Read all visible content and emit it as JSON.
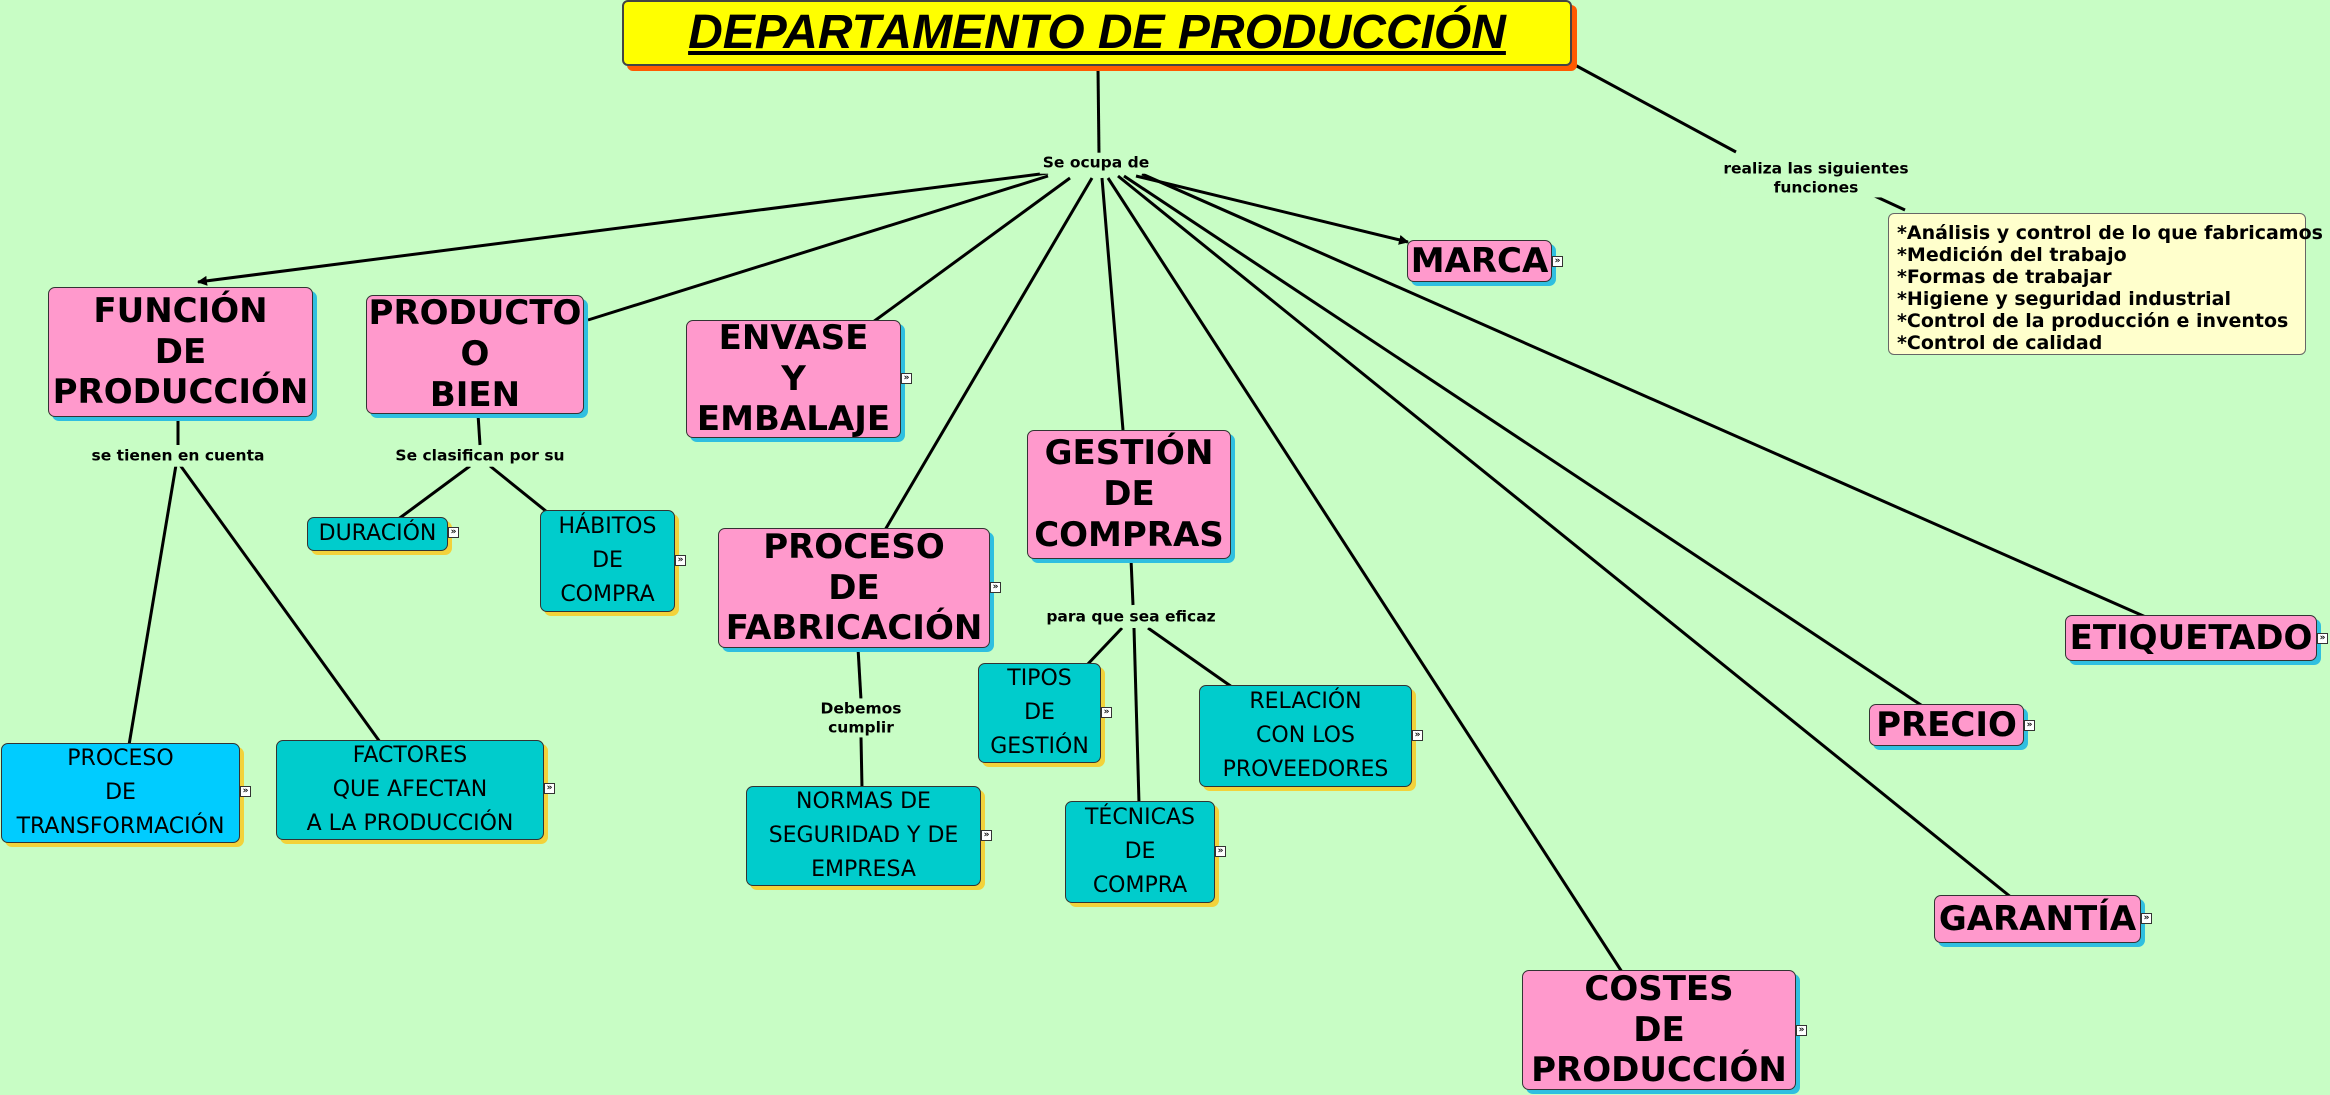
{
  "title": "DEPARTAMENTO DE PRODUCCIÓN",
  "expand_icon": "double-chevron-right",
  "colors": {
    "background": "#c8fdc5",
    "main_node": "#ff99cc",
    "sub_node": "#00cccc",
    "highlight_node": "#00ccff",
    "title": "#ffff00",
    "notes": "#ffffcc"
  },
  "links": {
    "se_ocupa_de": "Se ocupa de",
    "realiza": "realiza las siguientes\nfunciones",
    "se_tienen": "se tienen en cuenta",
    "se_clasifican": "Se clasifican por su",
    "debemos_cumplir": "Debemos\ncumplir",
    "para_que": "para que sea eficaz"
  },
  "functions": [
    "*Análisis y control de lo que fabricamos",
    "*Medición del trabajo",
    "*Formas de trabajar",
    "*Higiene y seguridad industrial",
    "*Control de la producción e inventos",
    "*Control de calidad"
  ],
  "nodes": {
    "funcion": "FUNCIÓN\nDE\nPRODUCCIÓN",
    "producto": "PRODUCTO\nO\nBIEN",
    "envase": "ENVASE\nY\nEMBALAJE",
    "proceso_fab": "PROCESO\nDE\nFABRICACIÓN",
    "gestion": "GESTIÓN\nDE\nCOMPRAS",
    "marca": "MARCA",
    "etiquetado": "ETIQUETADO",
    "precio": "PRECIO",
    "garantia": "GARANTÍA",
    "costes": "COSTES\nDE\nPRODUCCIÓN",
    "duracion": "DURACIÓN",
    "habitos": "HÁBITOS\nDE\nCOMPRA",
    "proceso_trans": "PROCESO\nDE\nTRANSFORMACIÓN",
    "factores": "FACTORES\nQUE AFECTAN\nA LA PRODUCCIÓN",
    "normas": "NORMAS DE\nSEGURIDAD Y DE\nEMPRESA",
    "tipos": "TIPOS\nDE\nGESTIÓN",
    "tecnicas": "TÉCNICAS\nDE\nCOMPRA",
    "relacion": "RELACIÓN\nCON LOS\nPROVEEDORES"
  }
}
